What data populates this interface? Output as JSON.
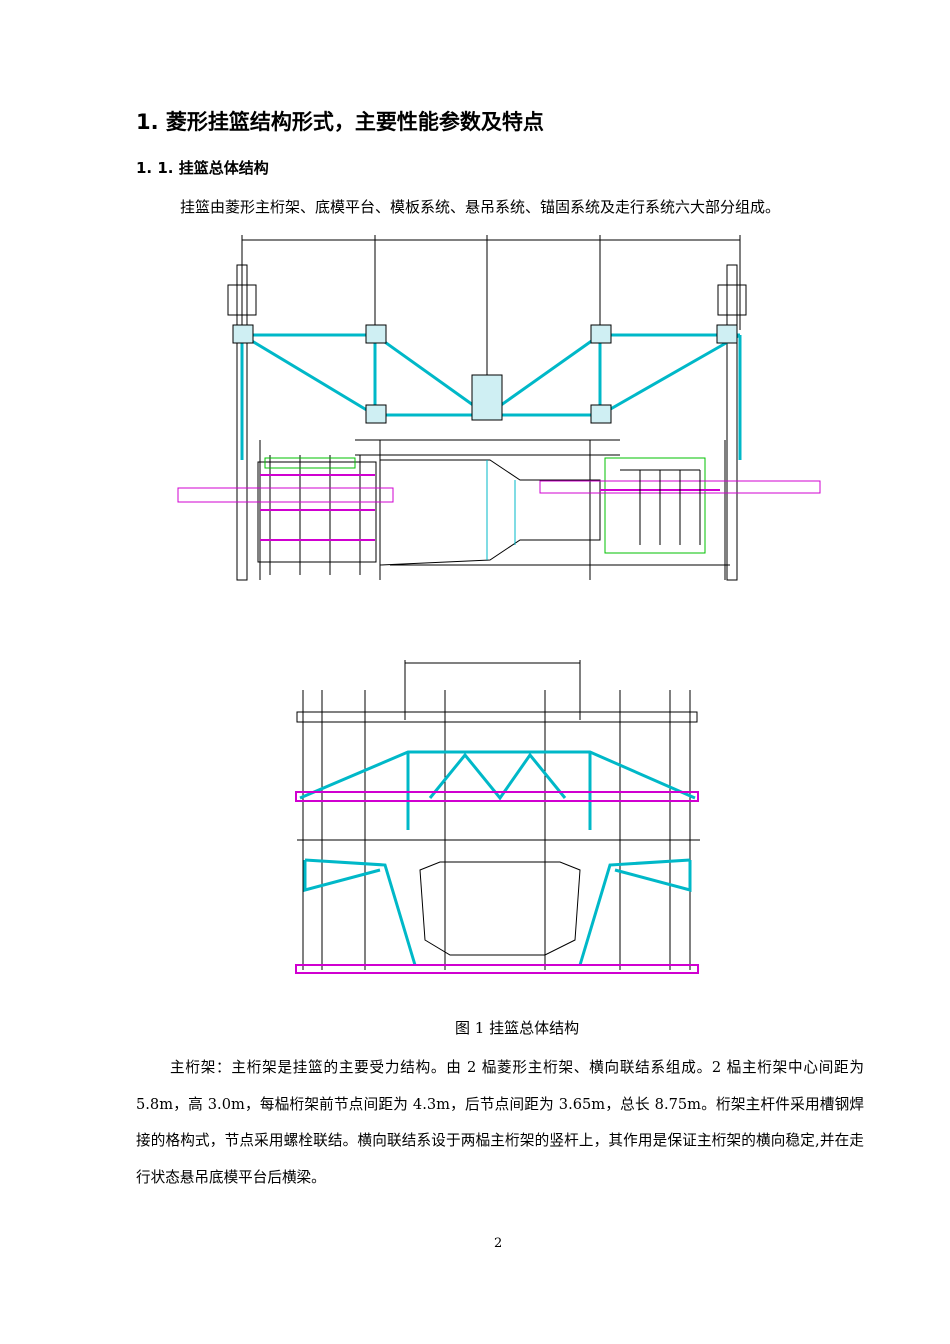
{
  "heading1": "1. 菱形挂篮结构形式，主要性能参数及特点",
  "heading2": "1. 1. 挂篮总体结构",
  "intro": "挂篮由菱形主桁架、底模平台、模板系统、悬吊系统、锚固系统及走行系统六大部分组成。",
  "figure_caption": "图 1 挂篮总体结构",
  "body_paragraph": "主桁架：主桁架是挂篮的主要受力结构。由 2 榀菱形主桁架、横向联结系组成。2 榀主桁架中心间距为 5.8m，高 3.0m，每榀桁架前节点间距为 4.3m，后节点间距为 3.65m，总长 8.75m。桁架主杆件采用槽钢焊接的格构式，节点采用螺栓联结。横向联结系设于两榀主桁架的竖杆上，其作用是保证主桁架的横向稳定,并在走行状态悬吊底模平台后横梁。",
  "page_number": "2",
  "colors": {
    "cyan": "#00b8c8",
    "magenta": "#d000d0",
    "green": "#00c000",
    "line": "#000000"
  }
}
